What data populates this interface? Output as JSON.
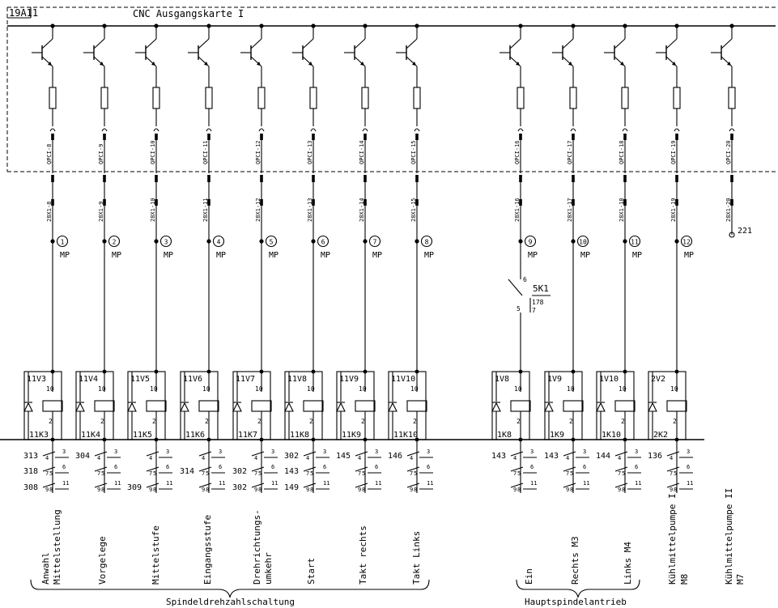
{
  "frame": {
    "id": "19A11",
    "title": "CNC  Ausgangskarte I"
  },
  "channels": [
    {
      "qpc": "QPCI-8",
      "x1": "28X1-8",
      "num": "1",
      "mp": "MP",
      "diode": "11V3",
      "relay": "11K3",
      "coil_top": "10",
      "coil_bottom": "2"
    },
    {
      "qpc": "QPCI-9",
      "x1": "28X1-9",
      "num": "2",
      "mp": "MP",
      "diode": "11V4",
      "relay": "11K4",
      "coil_top": "10",
      "coil_bottom": "2"
    },
    {
      "qpc": "QPCI-10",
      "x1": "28X1-10",
      "num": "3",
      "mp": "MP",
      "diode": "11V5",
      "relay": "11K5",
      "coil_top": "10",
      "coil_bottom": "2"
    },
    {
      "qpc": "QPCI-11",
      "x1": "28X1-11",
      "num": "4",
      "mp": "MP",
      "diode": "11V6",
      "relay": "11K6",
      "coil_top": "10",
      "coil_bottom": "2"
    },
    {
      "qpc": "QPCI-12",
      "x1": "28X1-12",
      "num": "5",
      "mp": "MP",
      "diode": "11V7",
      "relay": "11K7",
      "coil_top": "10",
      "coil_bottom": "2"
    },
    {
      "qpc": "QPCI-13",
      "x1": "28X1-13",
      "num": "6",
      "mp": "MP",
      "diode": "11V8",
      "relay": "11K8",
      "coil_top": "10",
      "coil_bottom": "2"
    },
    {
      "qpc": "QPCI-14",
      "x1": "28X1-14",
      "num": "7",
      "mp": "MP",
      "diode": "11V9",
      "relay": "11K9",
      "coil_top": "10",
      "coil_bottom": "2"
    },
    {
      "qpc": "QPCI-15",
      "x1": "28X1-15",
      "num": "8",
      "mp": "MP",
      "diode": "11V10",
      "relay": "11K10",
      "coil_top": "10",
      "coil_bottom": "2"
    },
    {
      "qpc": "QPCI-16",
      "x1": "28X1-16",
      "num": "9",
      "mp": "MP",
      "diode": "1V8",
      "relay": "1K8",
      "coil_top": "10",
      "coil_bottom": "2"
    },
    {
      "qpc": "QPCI-17",
      "x1": "28X1-17",
      "num": "10",
      "mp": "MP",
      "diode": "1V9",
      "relay": "1K9",
      "coil_top": "10",
      "coil_bottom": "2"
    },
    {
      "qpc": "QPCI-18",
      "x1": "28X1-18",
      "num": "11",
      "mp": "MP",
      "diode": "1V10",
      "relay": "1K10",
      "coil_top": "10",
      "coil_bottom": "2"
    },
    {
      "qpc": "QPCI-19",
      "x1": "28X1-19",
      "num": "12",
      "mp": "MP",
      "diode": "2V2",
      "relay": "2K2",
      "coil_top": "10",
      "coil_bottom": "2"
    },
    {
      "qpc": "QPCI-20",
      "x1": "28X1-20",
      "terminal": "221"
    }
  ],
  "switch": {
    "label": "5K1",
    "pin_top": "6",
    "pin_bottom": "5",
    "ref_1": "178",
    "ref_2": "7"
  },
  "contact_pins": {
    "row1": [
      "4",
      "3"
    ],
    "row2": [
      "7",
      "5",
      "6"
    ],
    "row3": [
      "9",
      "8",
      "11"
    ]
  },
  "contact_refs": [
    [
      "313",
      "318",
      "308"
    ],
    [
      "304",
      "",
      ""
    ],
    [
      "",
      "",
      "309"
    ],
    [
      "",
      "314",
      ""
    ],
    [
      "",
      "302",
      "302"
    ],
    [
      "302",
      "143",
      "149"
    ],
    [
      "145",
      "",
      ""
    ],
    [
      "146",
      "",
      ""
    ],
    [
      "143",
      "",
      ""
    ],
    [
      "143",
      "",
      ""
    ],
    [
      "144",
      "",
      ""
    ],
    [
      "136",
      "",
      ""
    ]
  ],
  "functions": [
    {
      "line1": "Anwahl",
      "line2": "Mittelstellung"
    },
    {
      "line1": "Vorgelege",
      "line2": ""
    },
    {
      "line1": "Mittelstufe",
      "line2": ""
    },
    {
      "line1": "Eingangsstufe",
      "line2": ""
    },
    {
      "line1": "Drehrichtungs-",
      "line2": "umkehr"
    },
    {
      "line1": "Start",
      "line2": ""
    },
    {
      "line1": "Takt rechts",
      "line2": ""
    },
    {
      "line1": "Takt Links",
      "line2": ""
    },
    {
      "line1": "Ein",
      "line2": ""
    },
    {
      "line1": "Rechts  M3",
      "line2": ""
    },
    {
      "line1": "Links  M4",
      "line2": ""
    },
    {
      "line1": "Kühlmittelpumpe I",
      "line2": "M8"
    },
    {
      "line1": "Kühlmittelpumpe II",
      "line2": "M7"
    }
  ],
  "groups": {
    "left": "Spindeldrehzahlschaltung",
    "right": "Hauptspindelantrieb"
  }
}
